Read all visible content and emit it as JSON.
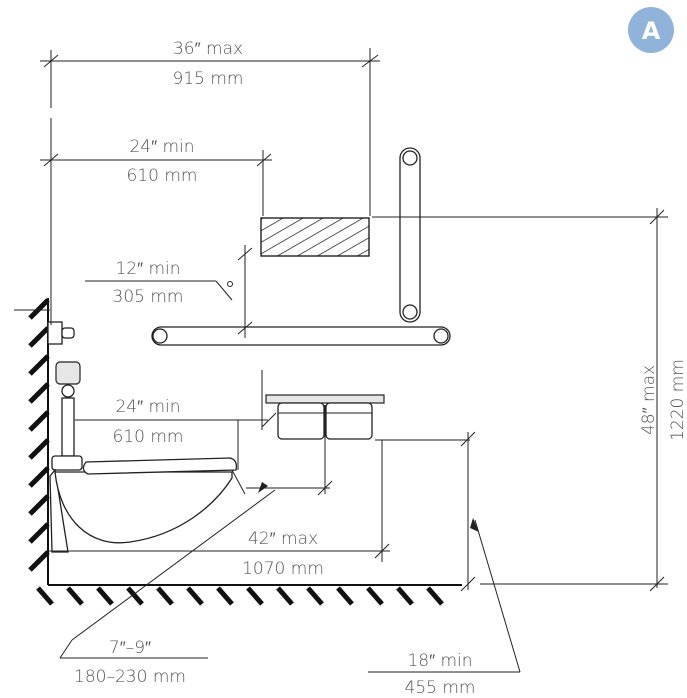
{
  "badge": {
    "label": "A",
    "color": "#8fb3d9"
  },
  "dimensions": {
    "width_max": {
      "imperial": "36″ max",
      "metric": "915 mm"
    },
    "dispenser_min": {
      "imperial": "24″ min",
      "metric": "610 mm"
    },
    "grab_bar_gap": {
      "imperial": "12″ min",
      "metric": "305 mm"
    },
    "flush_dispenser": {
      "imperial": "24″ min",
      "metric": "610 mm"
    },
    "dispenser_reach": {
      "imperial": "42″ max",
      "metric": "1070 mm"
    },
    "height_max": {
      "imperial": "48″ max",
      "metric": "1220 mm"
    },
    "dispenser_height": {
      "imperial": "7″–9″",
      "metric": "180–230 mm"
    },
    "dispenser_floor": {
      "imperial": "18″ min",
      "metric": "455 mm"
    }
  }
}
